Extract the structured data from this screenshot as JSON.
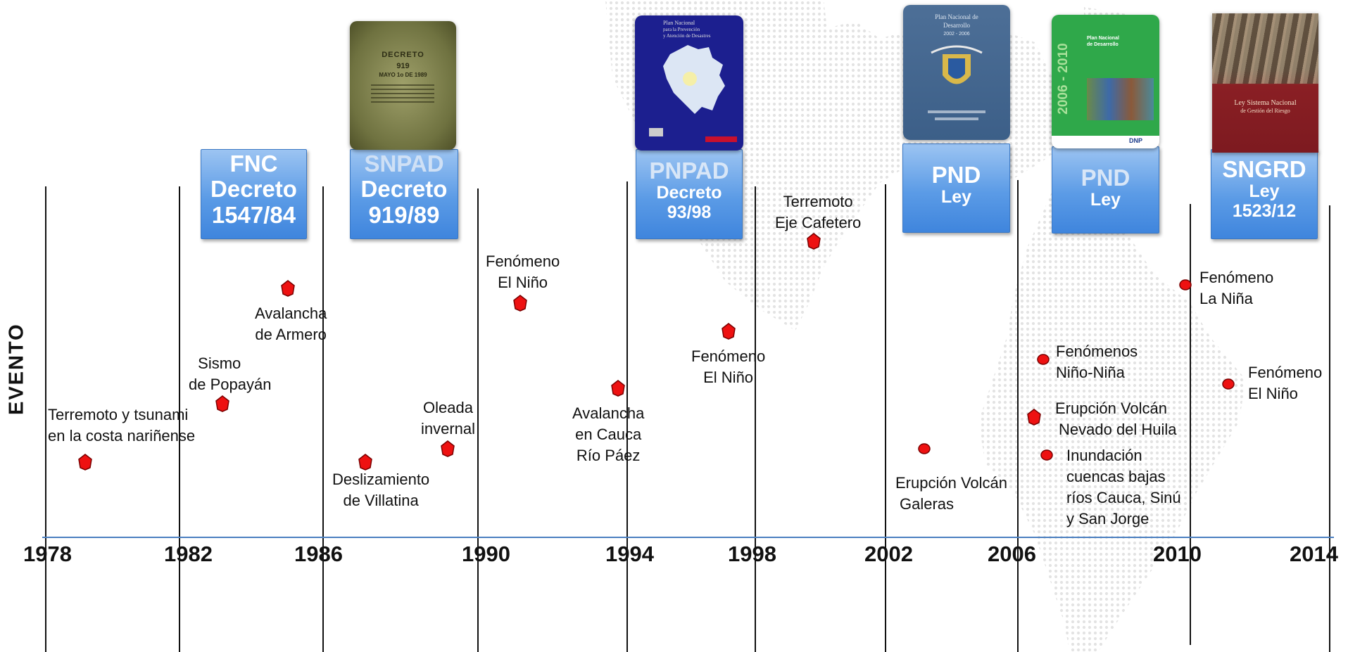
{
  "axis_label": "EVENTO",
  "years": [
    "1978",
    "1982",
    "1986",
    "1990",
    "1994",
    "1998",
    "2002",
    "2006",
    "2010",
    "2014"
  ],
  "laws": [
    {
      "acronym": "FNC",
      "line1": "Decreto",
      "line2": "1547/84"
    },
    {
      "acronym": "SNPAD",
      "line1": "Decreto",
      "line2": "919/89"
    },
    {
      "acronym": "PNPAD",
      "line1": "Decreto",
      "line2": "93/98"
    },
    {
      "acronym": "PND",
      "line1": "Ley",
      "line2": ""
    },
    {
      "acronym": "PND",
      "line1": "Ley",
      "line2": ""
    },
    {
      "acronym": "SNGRD",
      "line1": "Ley",
      "line2": "1523/12"
    }
  ],
  "covers": {
    "decreto919": {
      "l1": "DECRETO",
      "l2": "919",
      "l3": "MAYO 1o DE 1989"
    },
    "pnpad": {
      "l1": "Plan Nacional",
      "l2": "para la Prevención",
      "l3": "y Atención de Desastres"
    },
    "pnd2002": {
      "l1": "Plan Nacional de",
      "l2": "Desarrollo",
      "l3": "2002 - 2006"
    },
    "pnd2006": {
      "side": "2006 - 2010",
      "l1": "Plan Nacional",
      "l2": "de Desarrollo",
      "badge": "DNP"
    },
    "sngrd": {
      "l1": "Ley Sistema Nacional",
      "l2": "de Gestión del Riesgo"
    }
  },
  "events": [
    {
      "lines": [
        "Terremoto y tsunami",
        "en la costa nariñense"
      ]
    },
    {
      "lines": [
        "Sismo",
        "de Popayán"
      ]
    },
    {
      "lines": [
        "Avalancha",
        "de Armero"
      ]
    },
    {
      "lines": [
        "Deslizamiento",
        "de Villatina"
      ]
    },
    {
      "lines": [
        "Oleada",
        "invernal"
      ]
    },
    {
      "lines": [
        "Fenómeno",
        "El Niño"
      ]
    },
    {
      "lines": [
        "Avalancha",
        "en Cauca",
        "Río Páez"
      ]
    },
    {
      "lines": [
        "Fenómeno",
        "El Niño"
      ]
    },
    {
      "lines": [
        "Terremoto",
        "Eje Cafetero"
      ]
    },
    {
      "lines": [
        "Erupción Volcán",
        "Galeras"
      ]
    },
    {
      "lines": [
        "Fenómenos",
        "Niño-Niña"
      ]
    },
    {
      "lines": [
        "Erupción Volcán",
        "Nevado del Huila"
      ]
    },
    {
      "lines": [
        "Inundación",
        "cuencas bajas",
        "ríos Cauca, Sinú",
        "y San Jorge"
      ]
    },
    {
      "lines": [
        "Fenómeno",
        "La Niña"
      ]
    },
    {
      "lines": [
        "Fenómeno",
        "El Niño"
      ]
    }
  ],
  "colors": {
    "marker": "#ee1111",
    "box_top": "#9cc4f2",
    "box_bottom": "#3f85dd",
    "axis": "#4a7fc0"
  }
}
